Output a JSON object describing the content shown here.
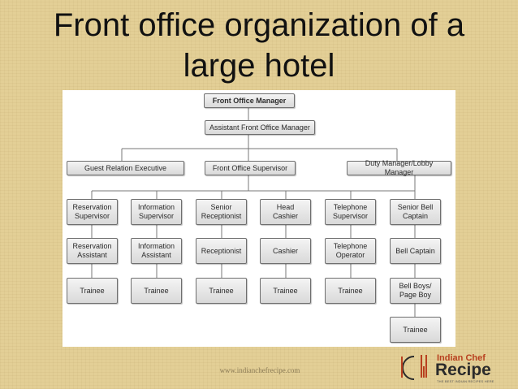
{
  "slide": {
    "title_line1": "Front office organization of a",
    "title_line2": "large hotel"
  },
  "chart": {
    "level1": "Front Office Manager",
    "level2": "Assistant Front Office Manager",
    "level3": [
      "Guest Relation Executive",
      "Front Office Supervisor",
      "Duty Manager/Lobby Manager"
    ],
    "columns": [
      [
        "Reservation Supervisor",
        "Reservation Assistant",
        "Trainee"
      ],
      [
        "Information Supervisor",
        "Information Assistant",
        "Trainee"
      ],
      [
        "Senior Receptionist",
        "Receptionist",
        "Trainee"
      ],
      [
        "Head Cashier",
        "Cashier",
        "Trainee"
      ],
      [
        "Telephone Supervisor",
        "Telephone Operator",
        "Trainee"
      ],
      [
        "Senior Bell Captain",
        "Bell Captain",
        "Bell Boys/ Page Boy",
        "Trainee"
      ]
    ]
  },
  "footer": {
    "url": "www.indianchefrecipe.com"
  },
  "logo": {
    "line1": "Indian Chef",
    "line2": "Recipe",
    "line3": "THE BEST INDIAN RECIPES HERE"
  },
  "colors": {
    "background": "#e3cf96",
    "box_fill": "#e6e6e6",
    "logo_accent": "#b8401f"
  }
}
